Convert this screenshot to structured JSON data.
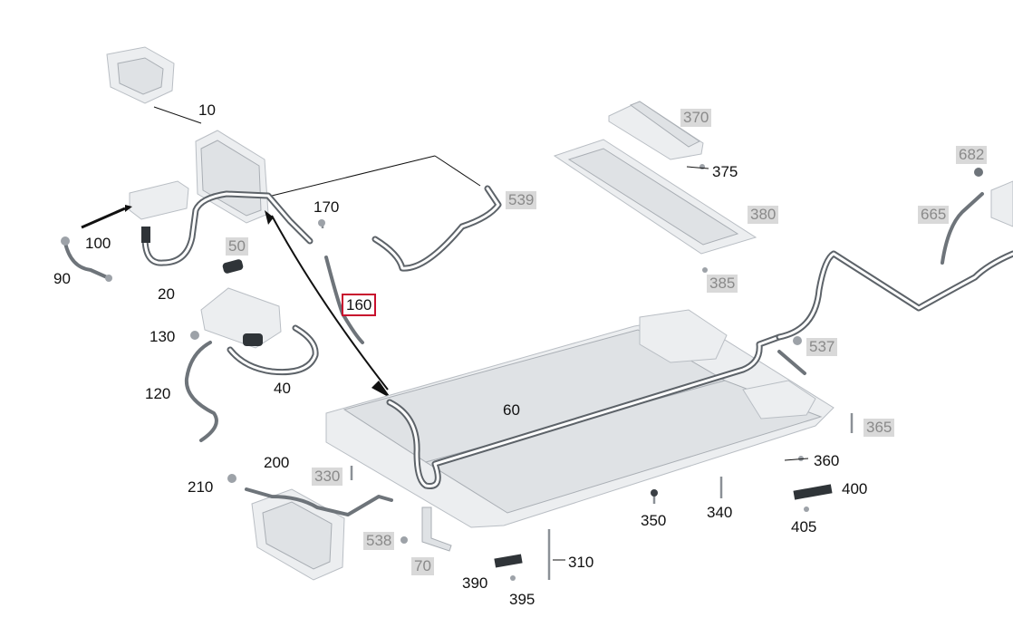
{
  "diagram": {
    "labels": [
      {
        "id": "10",
        "text": "10",
        "style": "plain"
      },
      {
        "id": "90",
        "text": "90",
        "style": "plain"
      },
      {
        "id": "100",
        "text": "100",
        "style": "plain"
      },
      {
        "id": "20",
        "text": "20",
        "style": "plain"
      },
      {
        "id": "50",
        "text": "50",
        "style": "grey"
      },
      {
        "id": "170",
        "text": "170",
        "style": "plain"
      },
      {
        "id": "160",
        "text": "160",
        "style": "highlight"
      },
      {
        "id": "539",
        "text": "539",
        "style": "grey"
      },
      {
        "id": "130",
        "text": "130",
        "style": "plain"
      },
      {
        "id": "120",
        "text": "120",
        "style": "plain"
      },
      {
        "id": "40",
        "text": "40",
        "style": "plain"
      },
      {
        "id": "370",
        "text": "370",
        "style": "grey"
      },
      {
        "id": "375",
        "text": "375",
        "style": "plain"
      },
      {
        "id": "380",
        "text": "380",
        "style": "grey"
      },
      {
        "id": "385",
        "text": "385",
        "style": "grey"
      },
      {
        "id": "682",
        "text": "682",
        "style": "grey"
      },
      {
        "id": "665",
        "text": "665",
        "style": "grey"
      },
      {
        "id": "537",
        "text": "537",
        "style": "grey"
      },
      {
        "id": "60",
        "text": "60",
        "style": "plain"
      },
      {
        "id": "365",
        "text": "365",
        "style": "grey"
      },
      {
        "id": "360",
        "text": "360",
        "style": "plain"
      },
      {
        "id": "400",
        "text": "400",
        "style": "plain"
      },
      {
        "id": "405",
        "text": "405",
        "style": "plain"
      },
      {
        "id": "340",
        "text": "340",
        "style": "plain"
      },
      {
        "id": "350",
        "text": "350",
        "style": "plain"
      },
      {
        "id": "310",
        "text": "310",
        "style": "plain"
      },
      {
        "id": "390",
        "text": "390",
        "style": "plain"
      },
      {
        "id": "395",
        "text": "395",
        "style": "plain"
      },
      {
        "id": "330",
        "text": "330",
        "style": "grey"
      },
      {
        "id": "200",
        "text": "200",
        "style": "plain"
      },
      {
        "id": "210",
        "text": "210",
        "style": "plain"
      },
      {
        "id": "538",
        "text": "538",
        "style": "grey"
      },
      {
        "id": "70",
        "text": "70",
        "style": "grey"
      }
    ]
  },
  "colors": {
    "highlight_border": "#c8102e",
    "grey_label_bg": "#d9d9d9",
    "grey_label_text": "#8a8a8a",
    "cable": "#6e747a"
  }
}
